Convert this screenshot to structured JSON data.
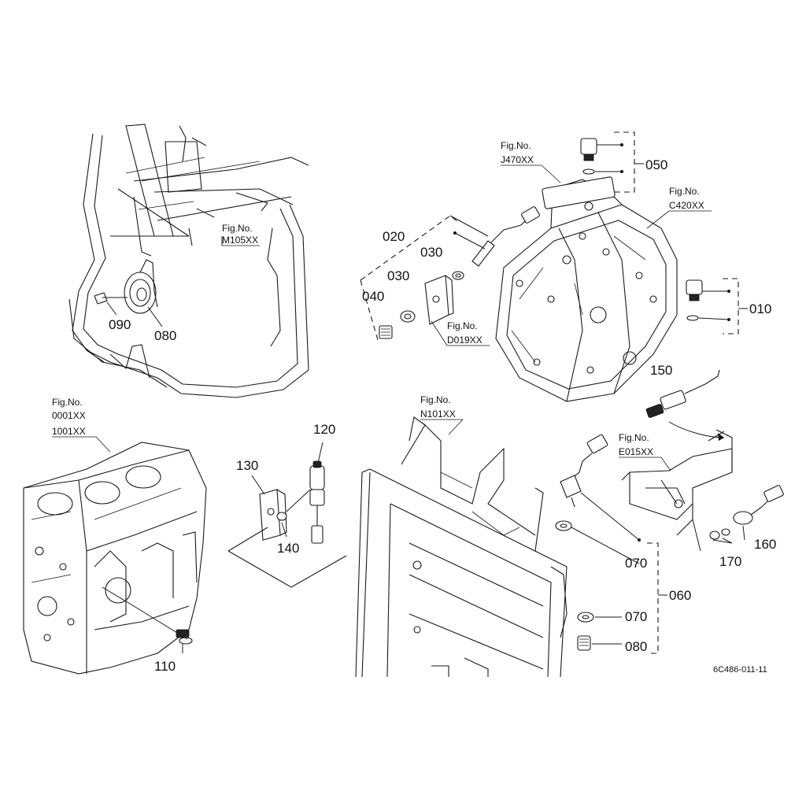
{
  "figure_code": "6C486-011-11",
  "fig_refs": {
    "m105": {
      "title": "Fig.No.",
      "code": "M105XX"
    },
    "j470": {
      "title": "Fig.No.",
      "code": "J470XX"
    },
    "c420": {
      "title": "Fig.No.",
      "code": "C420XX"
    },
    "d019": {
      "title": "Fig.No.",
      "code": "D019XX"
    },
    "engine": {
      "title": "Fig.No.",
      "code1": "0001XX",
      "code2": "1001XX"
    },
    "n101": {
      "title": "Fig.No.",
      "code": "N101XX"
    },
    "e015": {
      "title": "Fig.No.",
      "code": "E015XX"
    }
  },
  "callouts": {
    "p010": "010",
    "p020": "020",
    "p030a": "030",
    "p030b": "030",
    "p040": "040",
    "p050": "050",
    "p060": "060",
    "p070a": "070",
    "p070b": "070",
    "p080a": "080",
    "p080b": "080",
    "p090": "090",
    "p110": "110",
    "p120": "120",
    "p130": "130",
    "p140": "140",
    "p150": "150",
    "p160": "160",
    "p170": "170"
  },
  "icons": {
    "horn": "horn-icon",
    "transmission": "transmission-case-icon",
    "engine": "engine-block-icon",
    "panel": "dashboard-panel-icon"
  }
}
